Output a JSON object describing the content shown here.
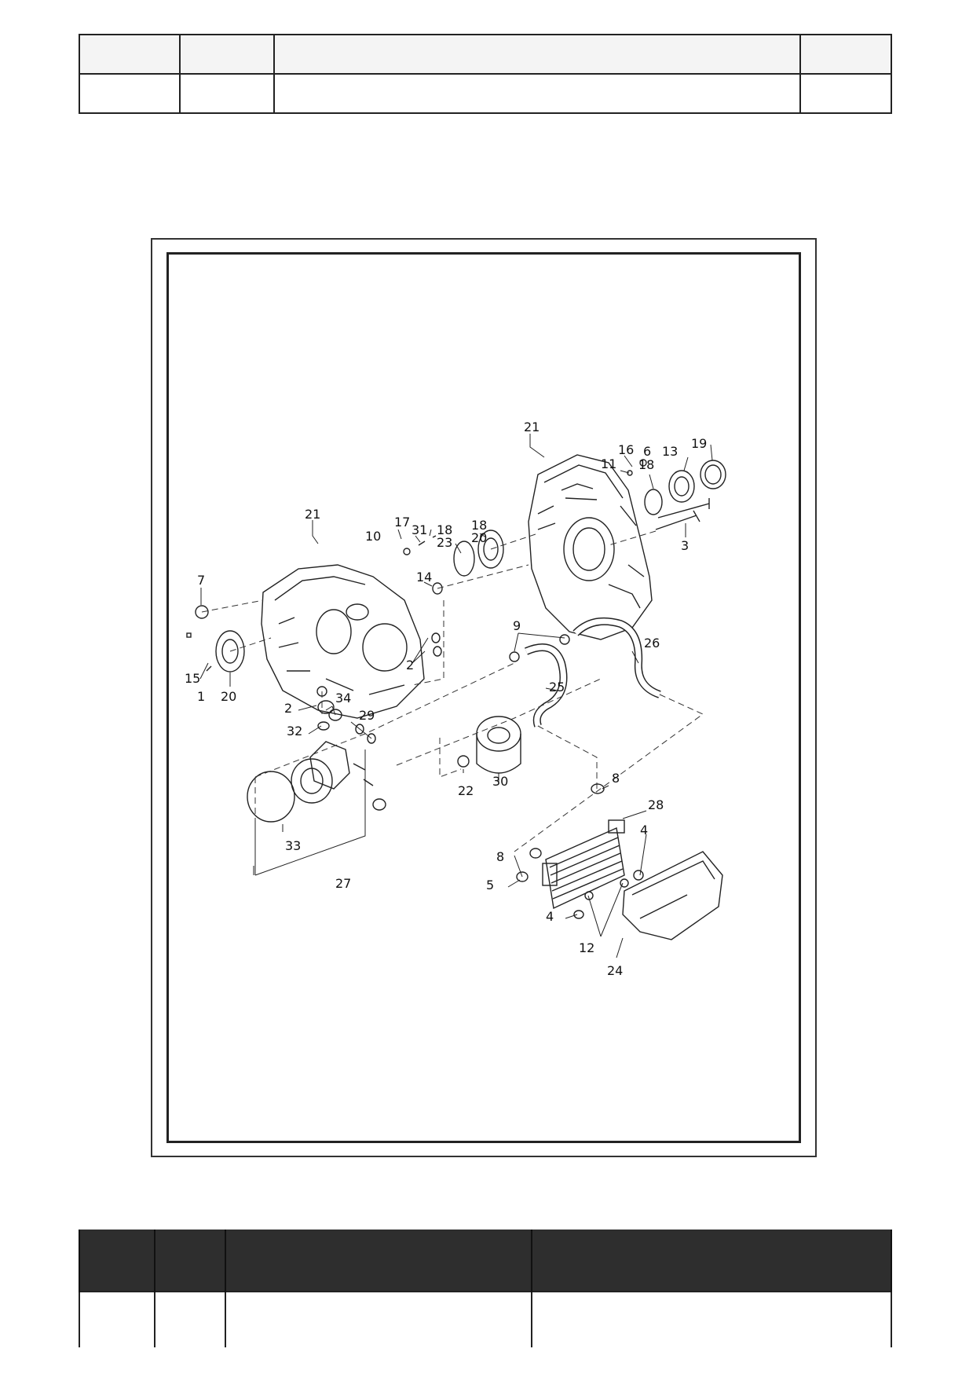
{
  "figure": {
    "callouts": [
      {
        "id": "c21a",
        "text": "21"
      },
      {
        "id": "c16",
        "text": "16"
      },
      {
        "id": "c11",
        "text": "11"
      },
      {
        "id": "c6",
        "text": "6"
      },
      {
        "id": "c18a",
        "text": "18"
      },
      {
        "id": "c13",
        "text": "13"
      },
      {
        "id": "c19",
        "text": "19"
      },
      {
        "id": "c3",
        "text": "3"
      },
      {
        "id": "c21b",
        "text": "21"
      },
      {
        "id": "c17",
        "text": "17"
      },
      {
        "id": "c31",
        "text": "31"
      },
      {
        "id": "c10",
        "text": "10"
      },
      {
        "id": "c18b",
        "text": "18"
      },
      {
        "id": "c23",
        "text": "23"
      },
      {
        "id": "c18c",
        "text": "18"
      },
      {
        "id": "c20a",
        "text": "20"
      },
      {
        "id": "c14",
        "text": "14"
      },
      {
        "id": "c7",
        "text": "7"
      },
      {
        "id": "c15",
        "text": "15"
      },
      {
        "id": "c1",
        "text": "1"
      },
      {
        "id": "c20b",
        "text": "20"
      },
      {
        "id": "c2a",
        "text": "2"
      },
      {
        "id": "c2b",
        "text": "2"
      },
      {
        "id": "c34",
        "text": "34"
      },
      {
        "id": "c32",
        "text": "32"
      },
      {
        "id": "c29",
        "text": "29"
      },
      {
        "id": "c9",
        "text": "9"
      },
      {
        "id": "c26",
        "text": "26"
      },
      {
        "id": "c25",
        "text": "25"
      },
      {
        "id": "c22",
        "text": "22"
      },
      {
        "id": "c30",
        "text": "30"
      },
      {
        "id": "c8a",
        "text": "8"
      },
      {
        "id": "c28",
        "text": "28"
      },
      {
        "id": "c4a",
        "text": "4"
      },
      {
        "id": "c8b",
        "text": "8"
      },
      {
        "id": "c5",
        "text": "5"
      },
      {
        "id": "c4b",
        "text": "4"
      },
      {
        "id": "c12",
        "text": "12"
      },
      {
        "id": "c24",
        "text": "24"
      },
      {
        "id": "c33",
        "text": "33"
      },
      {
        "id": "c27",
        "text": "27"
      }
    ]
  }
}
